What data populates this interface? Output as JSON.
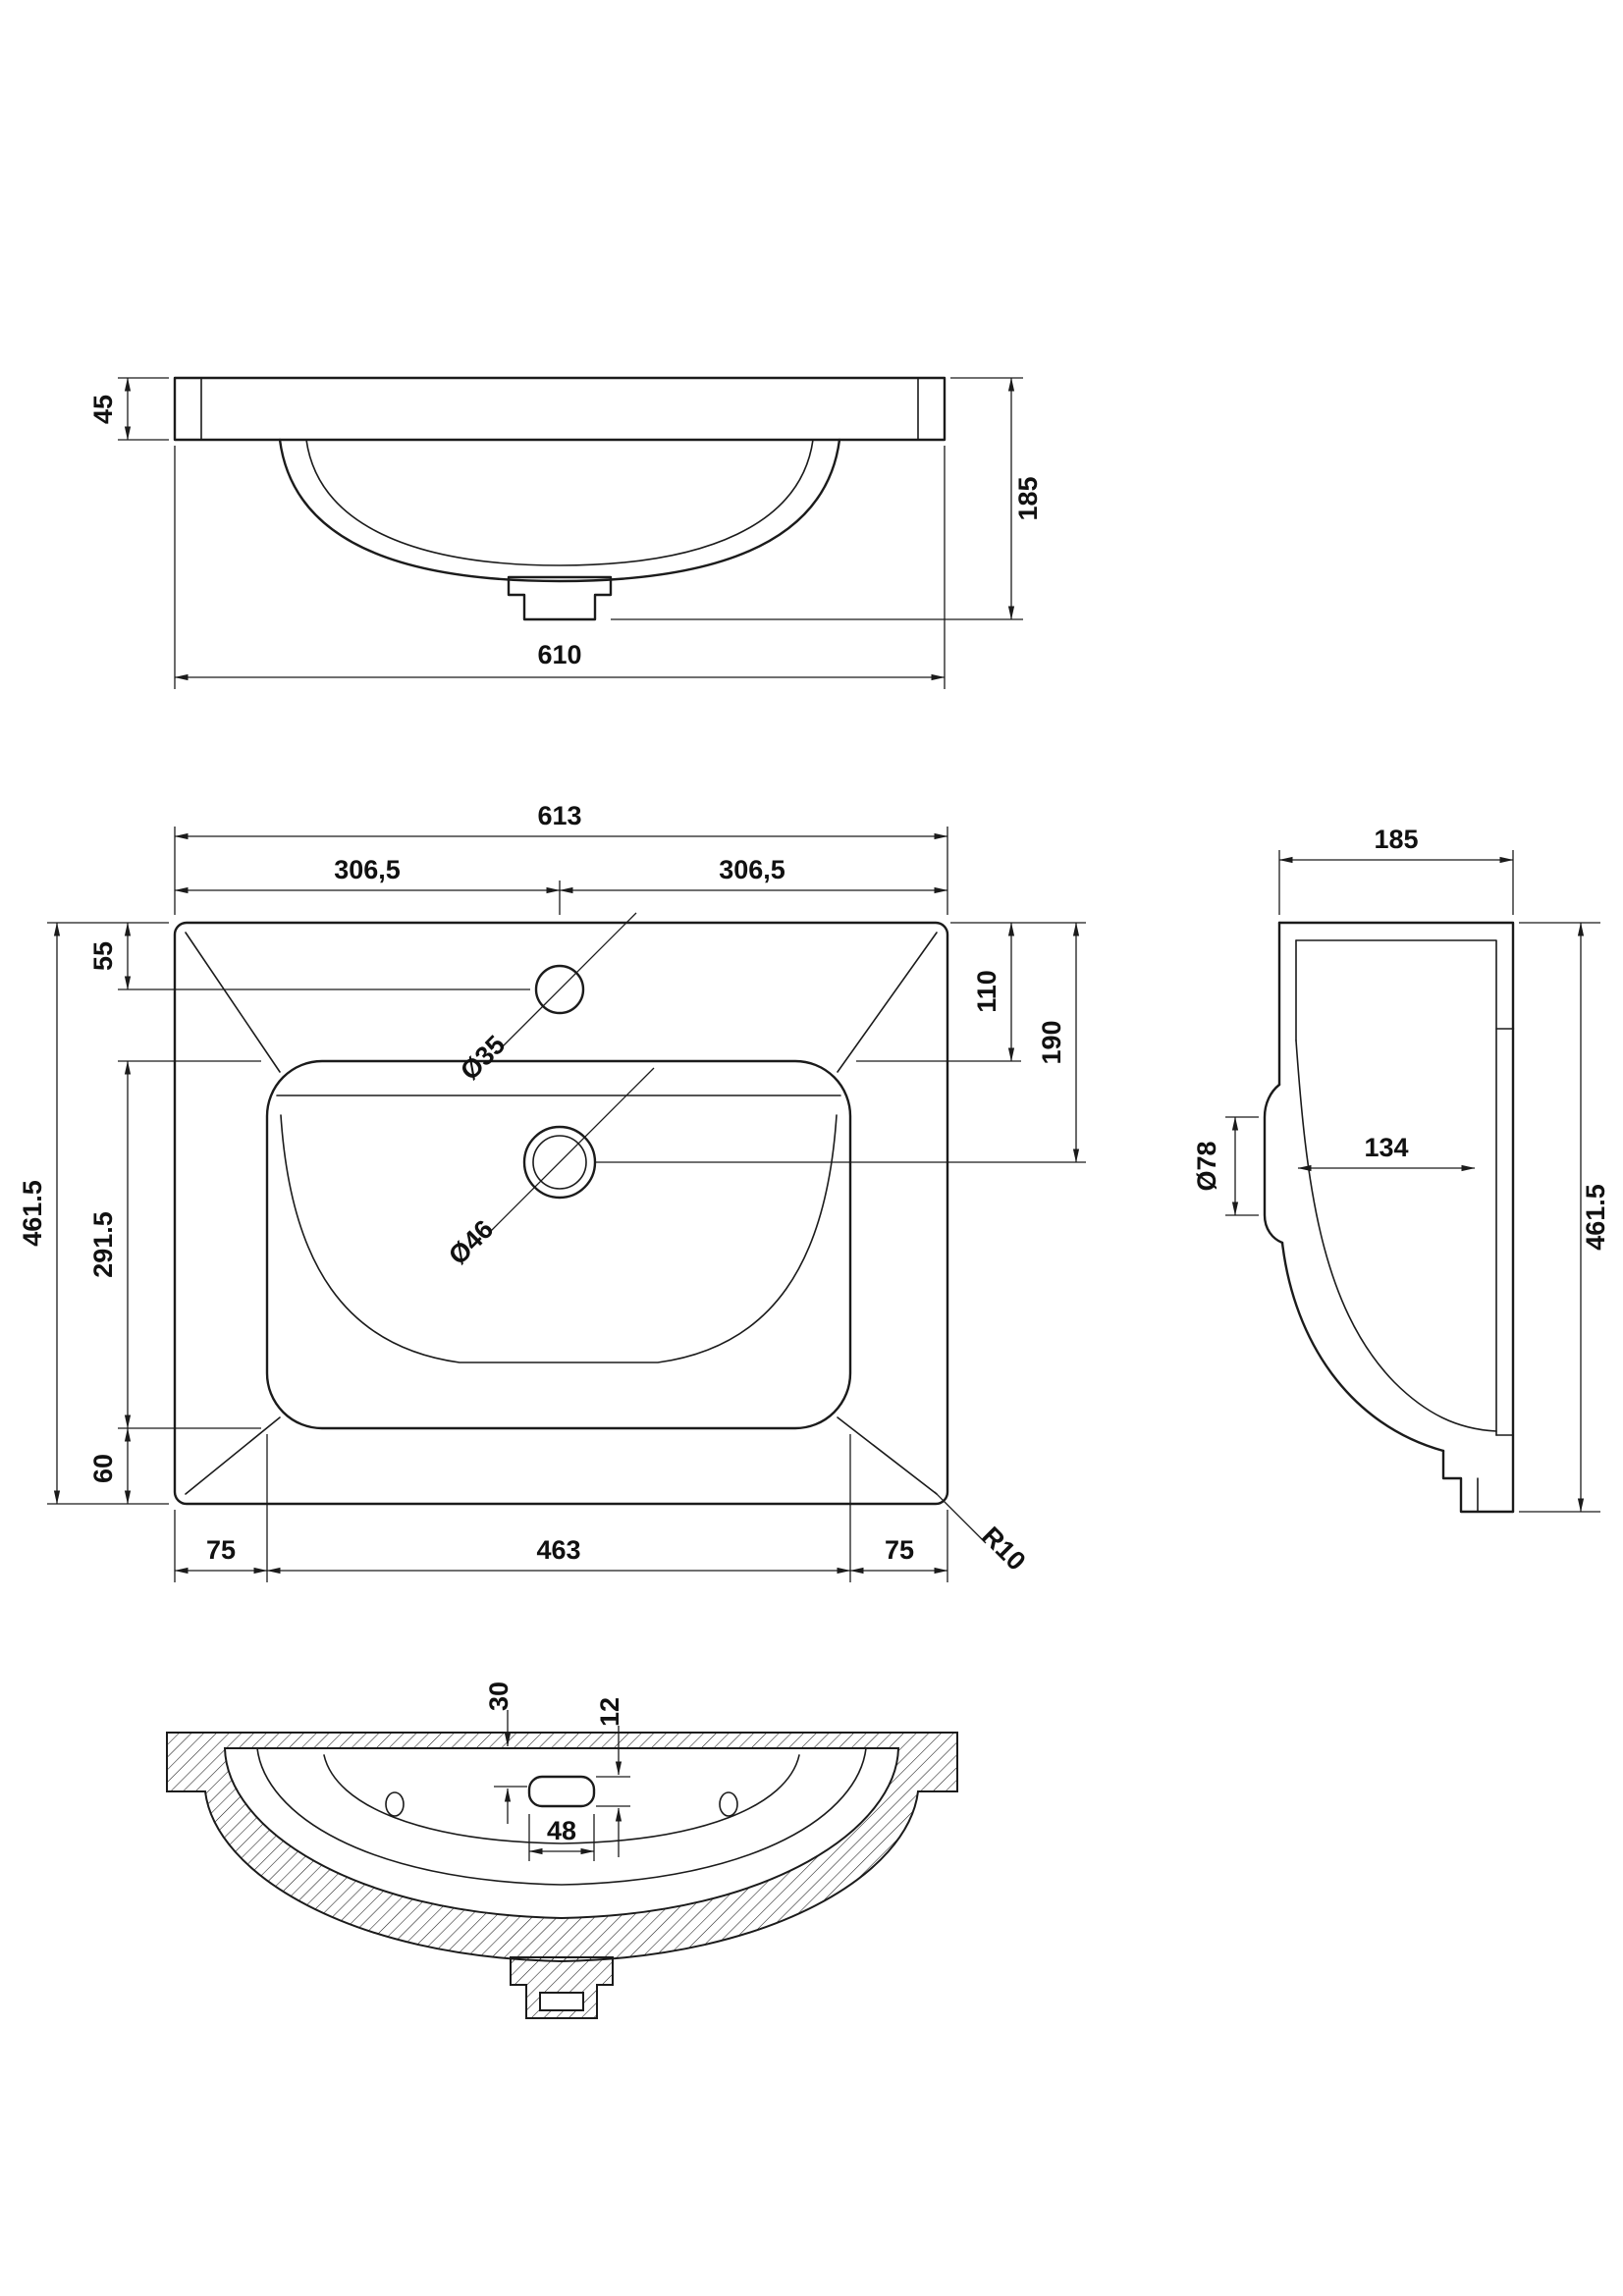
{
  "drawing": {
    "background": "#ffffff",
    "line_color": "#1b1b1b",
    "views": {
      "front": {
        "dims": {
          "rim_thickness": "45",
          "overall_height": "185",
          "overall_width": "610"
        }
      },
      "plan": {
        "dims": {
          "overall_width": "613",
          "half_left": "306,5",
          "half_right": "306,5",
          "edge_to_taphole": "55",
          "overall_depth": "461.5",
          "bowl_length": "291.5",
          "bowl_to_front": "60",
          "left_margin": "75",
          "bowl_width": "463",
          "right_margin": "75",
          "edge_to_bowl": "110",
          "edge_to_waste": "190",
          "taphole_dia": "Ø35",
          "waste_dia": "Ø46",
          "corner_radius": "R10"
        }
      },
      "side": {
        "dims": {
          "overall_height": "185",
          "overall_depth": "461.5",
          "overflow_dia": "Ø78",
          "inner_depth": "134"
        }
      },
      "bottom": {
        "dims": {
          "slot_offset": "30",
          "slot_height": "12",
          "slot_width": "48"
        }
      }
    }
  }
}
